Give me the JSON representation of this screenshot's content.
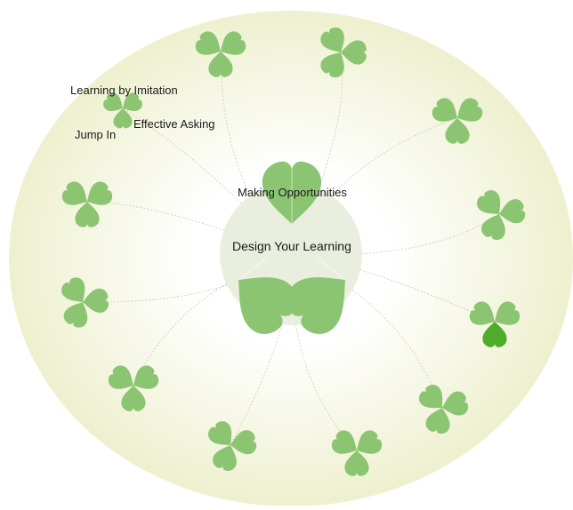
{
  "diagram": {
    "colors": {
      "leaf": "#8cc572",
      "leaf_highlight": "#4eab2c",
      "vein": "#ffffff",
      "background_glow": "#f4f6df",
      "center_disc": "#e9eedf",
      "connector": "#c9cbb4"
    },
    "center": {
      "top_label": "Making Opportunities",
      "main_label": "Design Your Learning"
    },
    "small_cluster": {
      "labels": {
        "top": "Learning by Imitation",
        "right": "Effective Asking",
        "left": "Jump In"
      }
    },
    "outer_clovers": [
      {
        "name": "clover-top-left",
        "icon": "clover-icon"
      },
      {
        "name": "clover-top-right",
        "icon": "clover-icon"
      },
      {
        "name": "clover-right-upper",
        "icon": "clover-icon"
      },
      {
        "name": "clover-right-middle",
        "icon": "clover-icon"
      },
      {
        "name": "clover-right-highlighted",
        "icon": "clover-icon",
        "highlighted_leaf": true
      },
      {
        "name": "clover-bottom-right",
        "icon": "clover-icon"
      },
      {
        "name": "clover-bottom-center-right",
        "icon": "clover-icon"
      },
      {
        "name": "clover-bottom-center-left",
        "icon": "clover-icon"
      },
      {
        "name": "clover-bottom-left",
        "icon": "clover-icon"
      },
      {
        "name": "clover-left-lower",
        "icon": "clover-icon"
      },
      {
        "name": "clover-left-upper",
        "icon": "clover-icon"
      }
    ]
  }
}
